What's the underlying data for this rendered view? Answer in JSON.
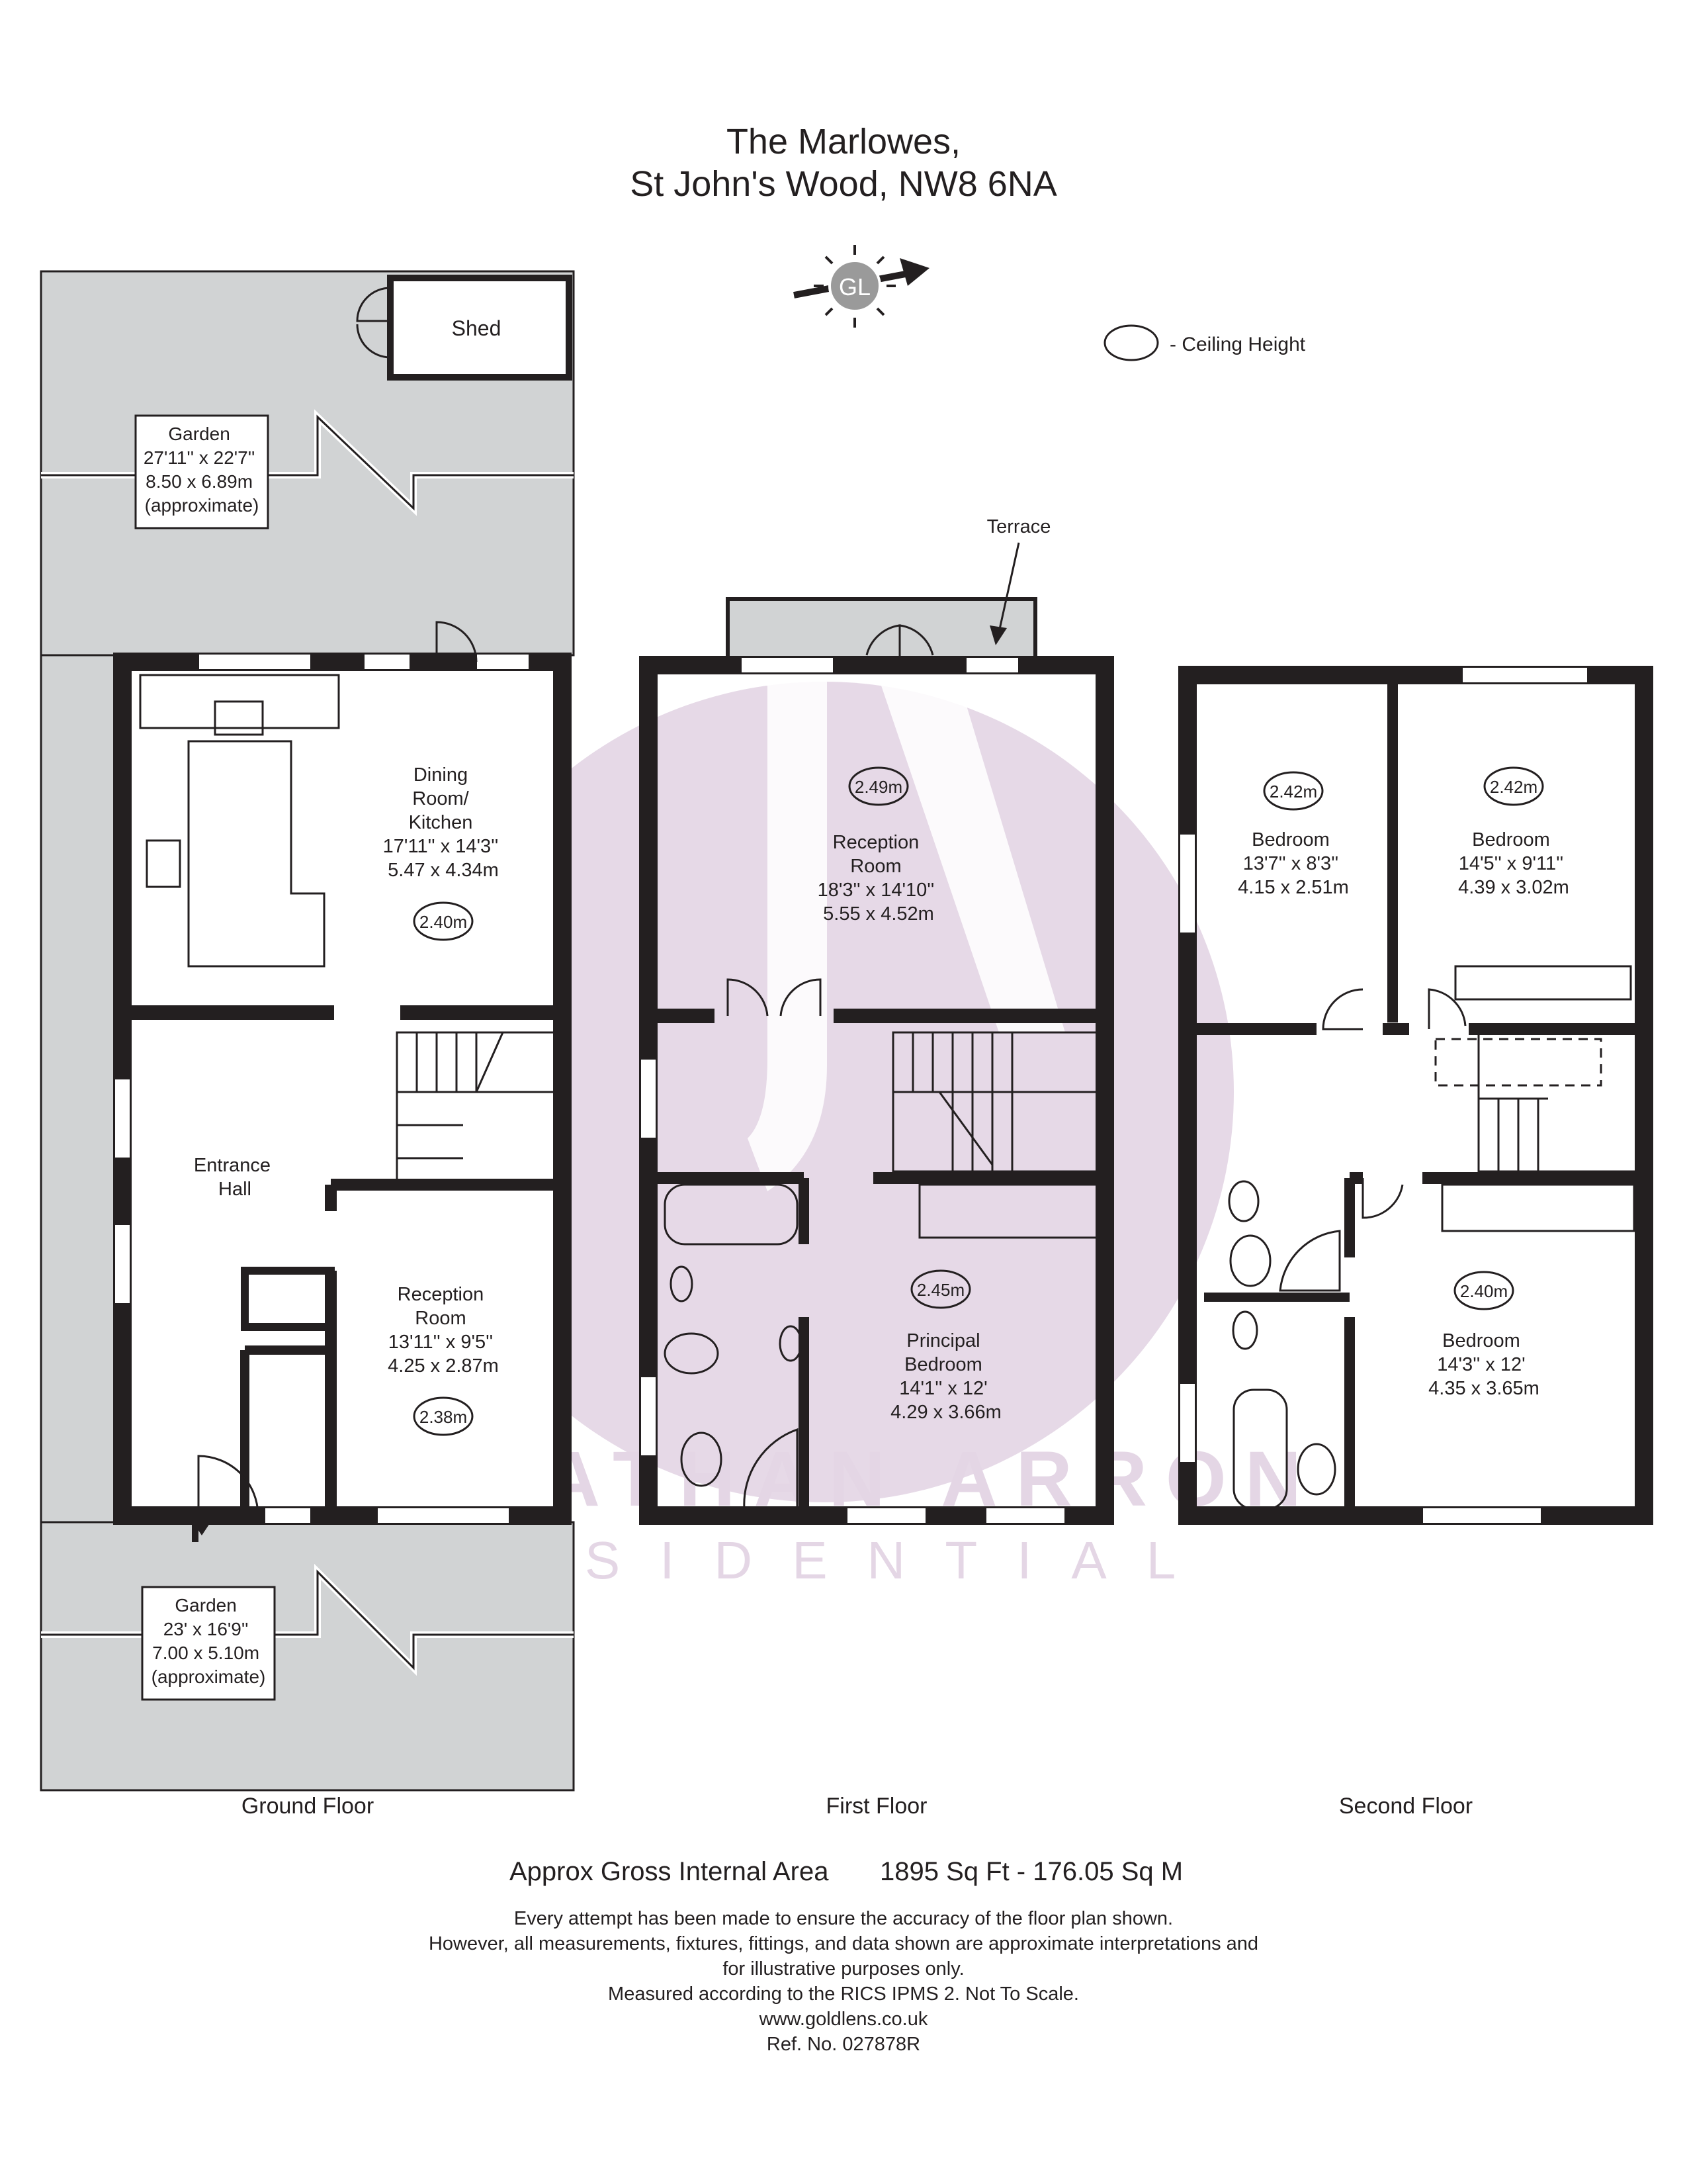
{
  "header": {
    "title_line1": "The Marlowes,",
    "title_line2": "St John's Wood, NW8 6NA",
    "compass_badge": "GL"
  },
  "legend": {
    "ceiling_height_label": "- Ceiling Height"
  },
  "watermark": {
    "brand_line1": "JONATHAN ARRON",
    "brand_line2": "RESIDENTIAL"
  },
  "floors": {
    "ground": {
      "label": "Ground Floor",
      "shed": "Shed",
      "garden_rear": [
        "Garden",
        "27'11'' x 22'7''",
        "8.50 x 6.89m",
        "(approximate)"
      ],
      "dining_kitchen": [
        "Dining",
        "Room/",
        "Kitchen",
        "17'11'' x 14'3''",
        "5.47 x 4.34m"
      ],
      "dining_ceiling": "2.40m",
      "entrance_hall": [
        "Entrance",
        "Hall"
      ],
      "reception": [
        "Reception",
        "Room",
        "13'11'' x 9'5''",
        "4.25 x 2.87m"
      ],
      "reception_ceiling": "2.38m",
      "garden_front": [
        "Garden",
        "23' x 16'9''",
        "7.00 x 5.10m",
        "(approximate)"
      ]
    },
    "first": {
      "label": "First Floor",
      "terrace": "Terrace",
      "reception": [
        "Reception",
        "Room",
        "18'3'' x 14'10''",
        "5.55 x 4.52m"
      ],
      "reception_ceiling": "2.49m",
      "principal_bedroom": [
        "Principal",
        "Bedroom",
        "14'1'' x 12'",
        "4.29 x 3.66m"
      ],
      "principal_ceiling": "2.45m"
    },
    "second": {
      "label": "Second Floor",
      "bedroom_left": [
        "Bedroom",
        "13'7'' x 8'3''",
        "4.15 x 2.51m"
      ],
      "bedroom_left_ceiling": "2.42m",
      "bedroom_right": [
        "Bedroom",
        "14'5'' x 9'11''",
        "4.39 x 3.02m"
      ],
      "bedroom_right_ceiling": "2.42m",
      "bedroom_main": [
        "Bedroom",
        "14'3'' x 12'",
        "4.35 x 3.65m"
      ],
      "bedroom_main_ceiling": "2.40m"
    }
  },
  "area": {
    "label": "Approx Gross Internal Area",
    "value": "1895 Sq Ft  - 176.05 Sq M"
  },
  "disclaimer": [
    "Every attempt has been made to ensure the accuracy of the floor plan shown.",
    "However, all measurements, fixtures, fittings, and data shown are approximate interpretations and",
    "for illustrative purposes only.",
    "Measured according to the RICS IPMS 2. Not To Scale.",
    "www.goldlens.co.uk",
    "Ref. No. 027878R"
  ],
  "colors": {
    "wall": "#231f20",
    "garden": "#d1d3d4",
    "watermark": "#e4d6e5"
  }
}
